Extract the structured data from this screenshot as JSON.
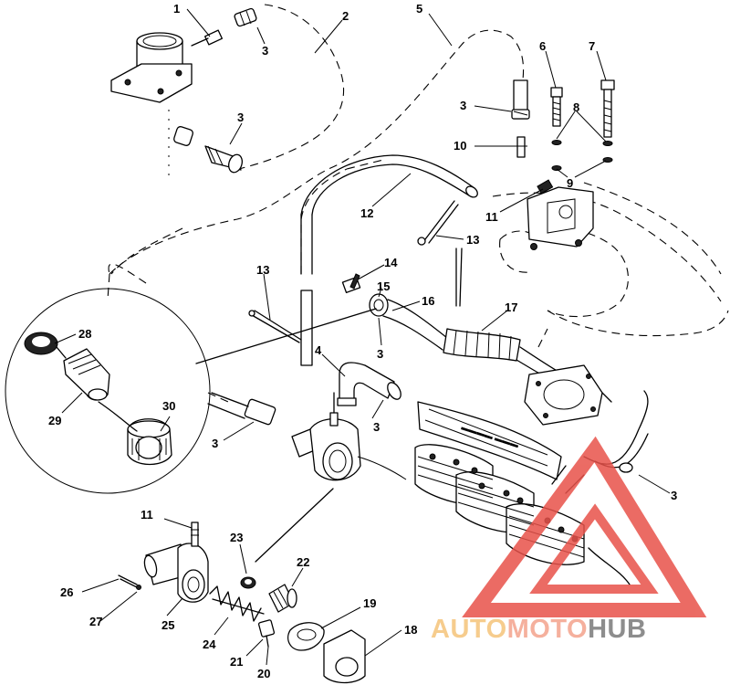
{
  "diagram": {
    "callouts": [
      "1",
      "2",
      "3",
      "4",
      "5",
      "6",
      "7",
      "8",
      "9",
      "10",
      "11",
      "12",
      "13",
      "14",
      "15",
      "16",
      "17",
      "18",
      "19",
      "20",
      "21",
      "22",
      "23",
      "24",
      "25",
      "26",
      "27",
      "28",
      "29",
      "30"
    ]
  },
  "watermark": {
    "part1": "AUTO",
    "part2": "MOTO",
    "part3": "HUB",
    "colors": {
      "auto": "#f5c47a",
      "moto": "#f4a38c",
      "hub": "#7a7a7a",
      "triangle": "#e8524a"
    }
  }
}
